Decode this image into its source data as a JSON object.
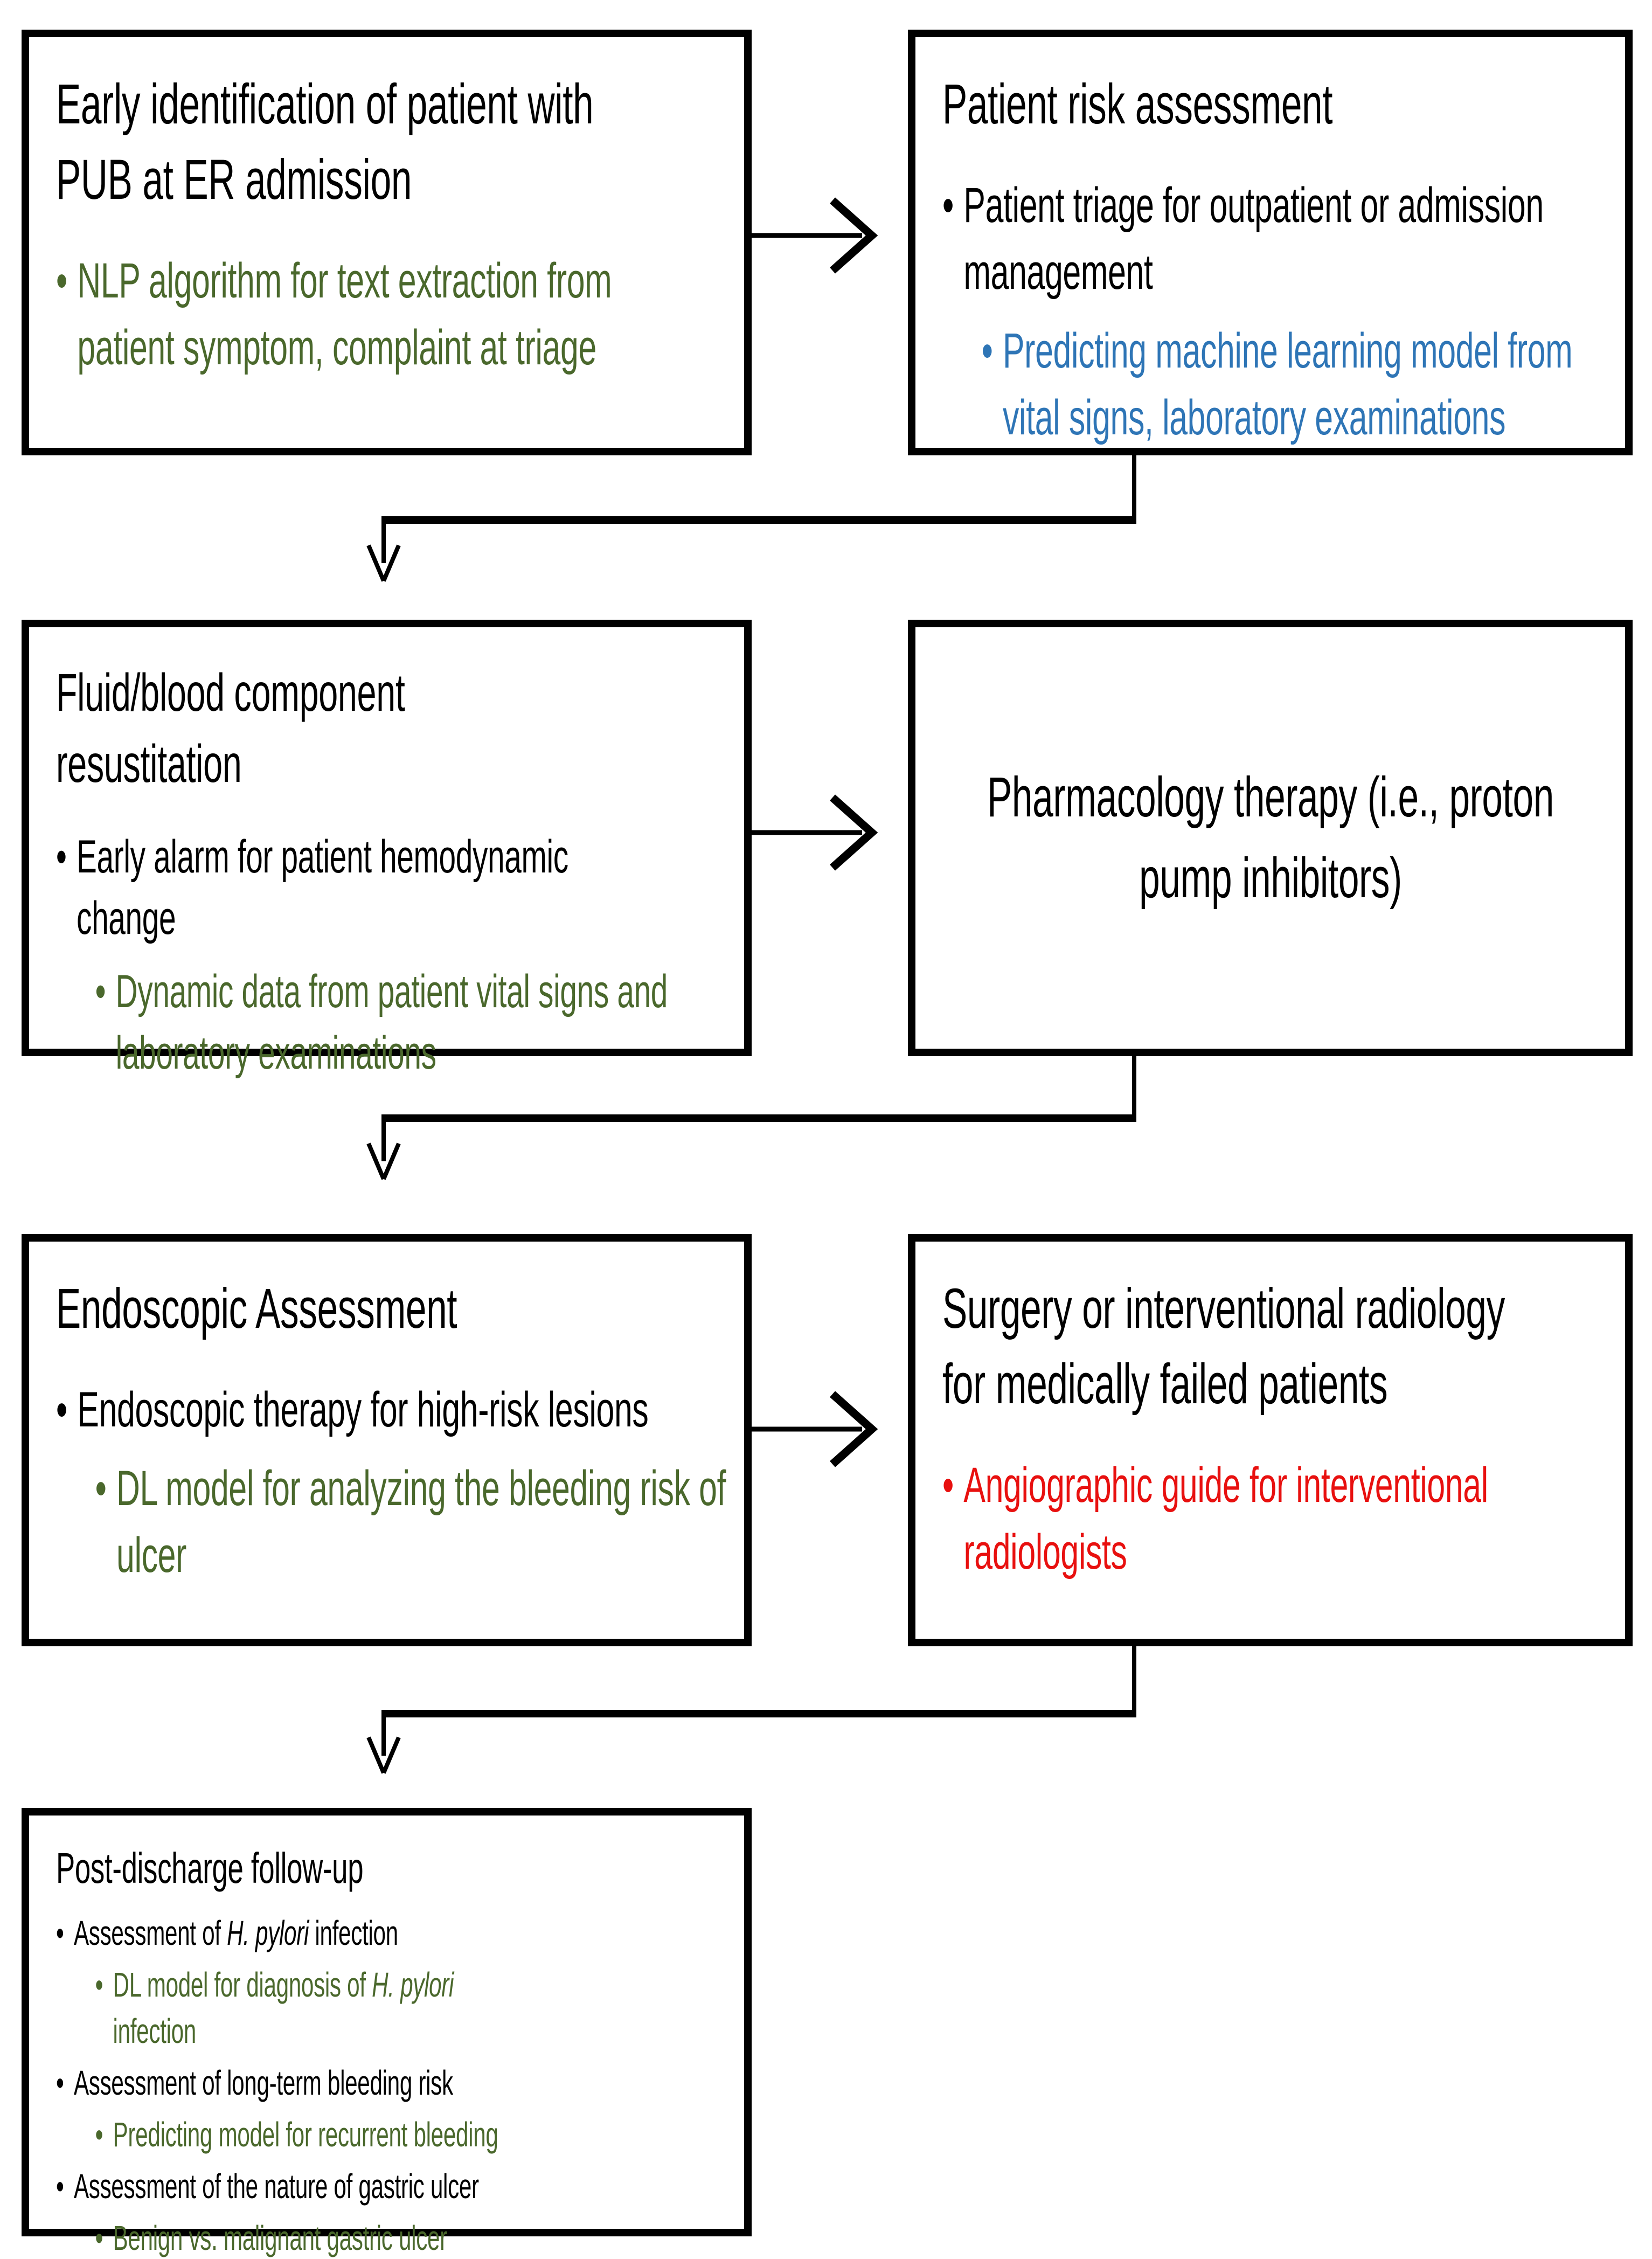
{
  "colors": {
    "green": "#4a682c",
    "blue": "#2e75b6",
    "red": "#e8100f",
    "black": "#000000",
    "border": "#000000",
    "background": "#ffffff"
  },
  "icons": {
    "right_arrow": "arrow-right-icon",
    "down_arrow": "arrow-down-icon",
    "bullet_dot": "•"
  },
  "boxes": {
    "early_identification": {
      "title": "Early identification of patient with\nPUB at ER admission",
      "bullets": [
        {
          "color": "green",
          "indent": 0,
          "segments": [
            {
              "t": "NLP algorithm for text extraction from\npatient symptom, complaint at triage",
              "i": false
            }
          ]
        }
      ]
    },
    "risk_assessment": {
      "title": "Patient risk assessment",
      "bullets": [
        {
          "color": "black",
          "indent": 0,
          "segments": [
            {
              "t": "Patient triage for outpatient or admission\nmanagement",
              "i": false
            }
          ]
        },
        {
          "color": "blue",
          "indent": 1,
          "segments": [
            {
              "t": "Predicting machine learning model from\nvital signs, laboratory examinations",
              "i": false
            }
          ]
        }
      ]
    },
    "fluid_resuscitation": {
      "title": "Fluid/blood component\nresustitation",
      "bullets": [
        {
          "color": "black",
          "indent": 0,
          "segments": [
            {
              "t": "Early alarm for patient hemodynamic\nchange",
              "i": false
            }
          ]
        },
        {
          "color": "green",
          "indent": 1,
          "segments": [
            {
              "t": "Dynamic data from patient vital signs and\nlaboratory examinations",
              "i": false
            }
          ]
        }
      ]
    },
    "pharmacology": {
      "title": "Pharmacology therapy (i.e., proton\npump inhibitors)"
    },
    "endoscopic": {
      "title": "Endoscopic Assessment",
      "bullets": [
        {
          "color": "black",
          "indent": 0,
          "segments": [
            {
              "t": "Endoscopic therapy for high-risk lesions",
              "i": false
            }
          ]
        },
        {
          "color": "green",
          "indent": 1,
          "segments": [
            {
              "t": "DL model for analyzing the bleeding risk of\nulcer",
              "i": false
            }
          ]
        }
      ]
    },
    "surgery_ir": {
      "title": "Surgery or interventional radiology\nfor medically failed patients",
      "bullets": [
        {
          "color": "red",
          "indent": 0,
          "segments": [
            {
              "t": "Angiographic guide for interventional\nradiologists",
              "i": false
            }
          ]
        }
      ]
    },
    "post_discharge": {
      "title": "Post-discharge follow-up",
      "bullets": [
        {
          "color": "black",
          "indent": 0,
          "segments": [
            {
              "t": "Assessment of ",
              "i": false
            },
            {
              "t": "H. pylori",
              "i": true
            },
            {
              "t": " infection",
              "i": false
            }
          ]
        },
        {
          "color": "green",
          "indent": 1,
          "segments": [
            {
              "t": "DL model for diagnosis of ",
              "i": false
            },
            {
              "t": "H. pylori",
              "i": true
            },
            {
              "t": "\ninfection",
              "i": false
            }
          ]
        },
        {
          "color": "black",
          "indent": 0,
          "segments": [
            {
              "t": "Assessment of long-term bleeding risk",
              "i": false
            }
          ]
        },
        {
          "color": "green",
          "indent": 1,
          "segments": [
            {
              "t": "Predicting model for recurrent bleeding",
              "i": false
            }
          ]
        },
        {
          "color": "black",
          "indent": 0,
          "segments": [
            {
              "t": "Assessment of the nature of gastric ulcer",
              "i": false
            }
          ]
        },
        {
          "color": "green",
          "indent": 1,
          "segments": [
            {
              "t": "Benign vs. malignant gastric ulcer",
              "i": false
            }
          ]
        }
      ]
    }
  }
}
